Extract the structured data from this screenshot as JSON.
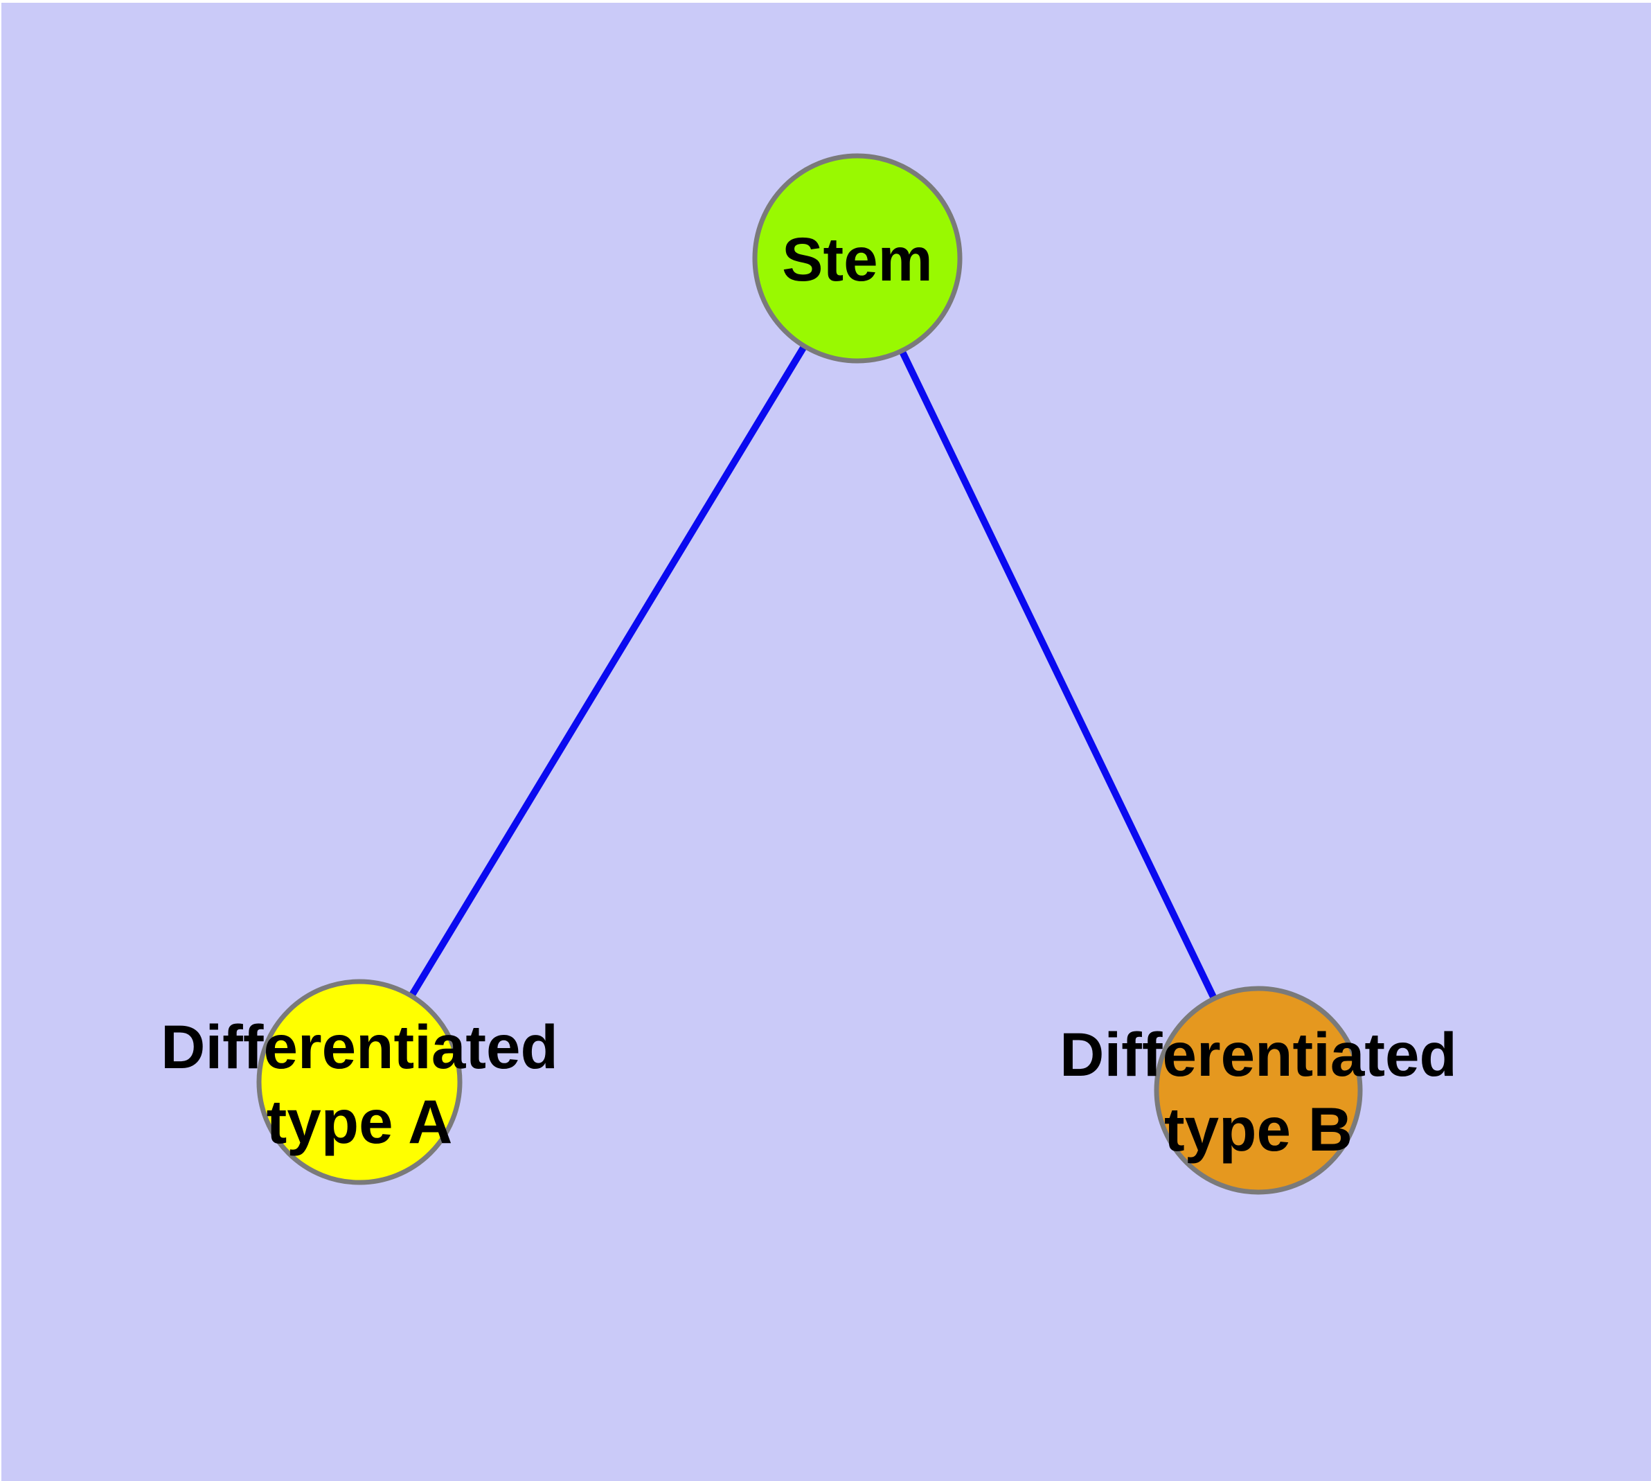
{
  "style": {
    "background": "#CACAF8",
    "page_margin_color": "#FFFFFF",
    "edge_color": "#0A0AF0",
    "edge_width": 10,
    "node_border_color": "#7A7A7A",
    "label_color": "#000000"
  },
  "graph": {
    "title": "",
    "nodes": [
      {
        "id": "stem",
        "label": "Stem",
        "lines": [
          "Stem"
        ],
        "fill": "#99F901"
      },
      {
        "id": "type-a",
        "label": "Differentiated type A",
        "lines": [
          "Differentiated",
          "type A"
        ],
        "fill": "#FFFF00"
      },
      {
        "id": "type-b",
        "label": "Differentiated type B",
        "lines": [
          "Differentiated",
          "type B"
        ],
        "fill": "#E5981F"
      }
    ],
    "edges": [
      {
        "from": "Stem",
        "to": "Differentiated type A"
      },
      {
        "from": "Stem",
        "to": "Differentiated type B"
      }
    ]
  }
}
